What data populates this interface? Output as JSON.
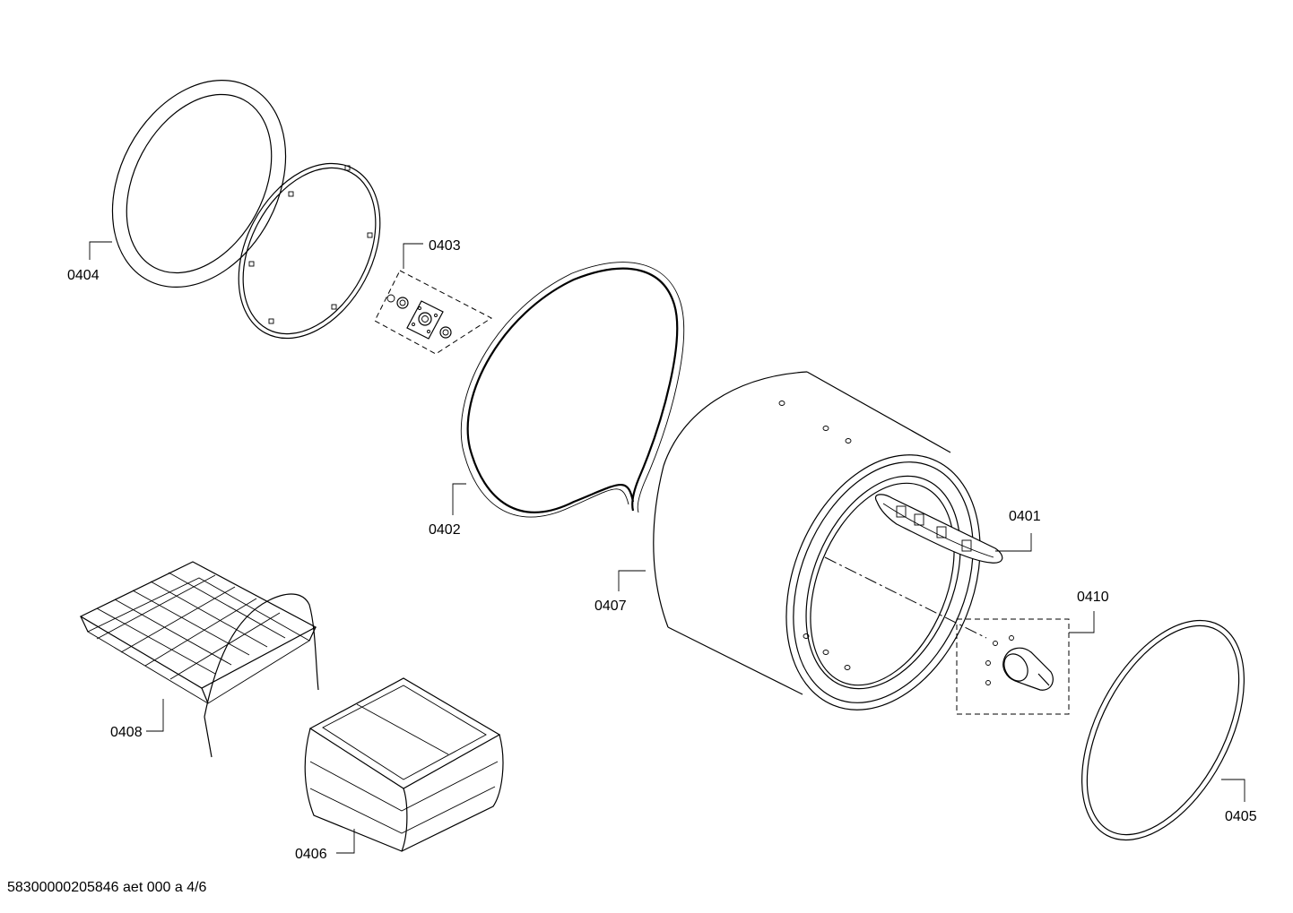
{
  "document_id": "58300000205846 aet 000 a 4/6",
  "parts": [
    {
      "number": "0401"
    },
    {
      "number": "0402"
    },
    {
      "number": "0403"
    },
    {
      "number": "0404"
    },
    {
      "number": "0405"
    },
    {
      "number": "0406"
    },
    {
      "number": "0407"
    },
    {
      "number": "0408"
    },
    {
      "number": "0410"
    }
  ]
}
